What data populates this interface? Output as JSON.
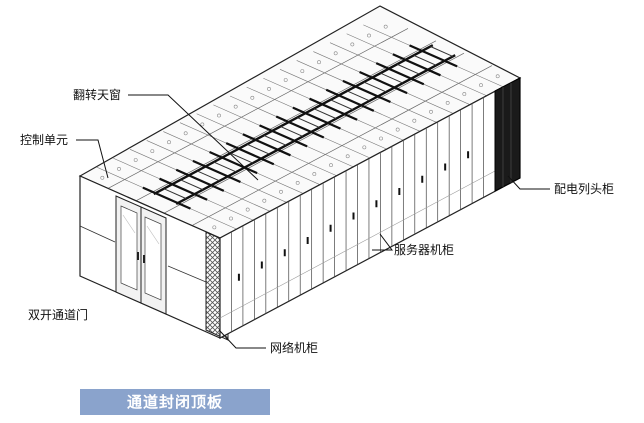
{
  "labels": {
    "skylight": "翻转天窗",
    "control_unit": "控制单元",
    "double_door": "双开通道门",
    "network_cabinet": "网络机柜",
    "server_cabinet": "服务器机柜",
    "pdu_cabinet": "配电列头柜"
  },
  "caption": "通道封闭顶板",
  "colors": {
    "caption_bg": "#8aa3cc",
    "line": "#222222",
    "frame": "#111111"
  }
}
